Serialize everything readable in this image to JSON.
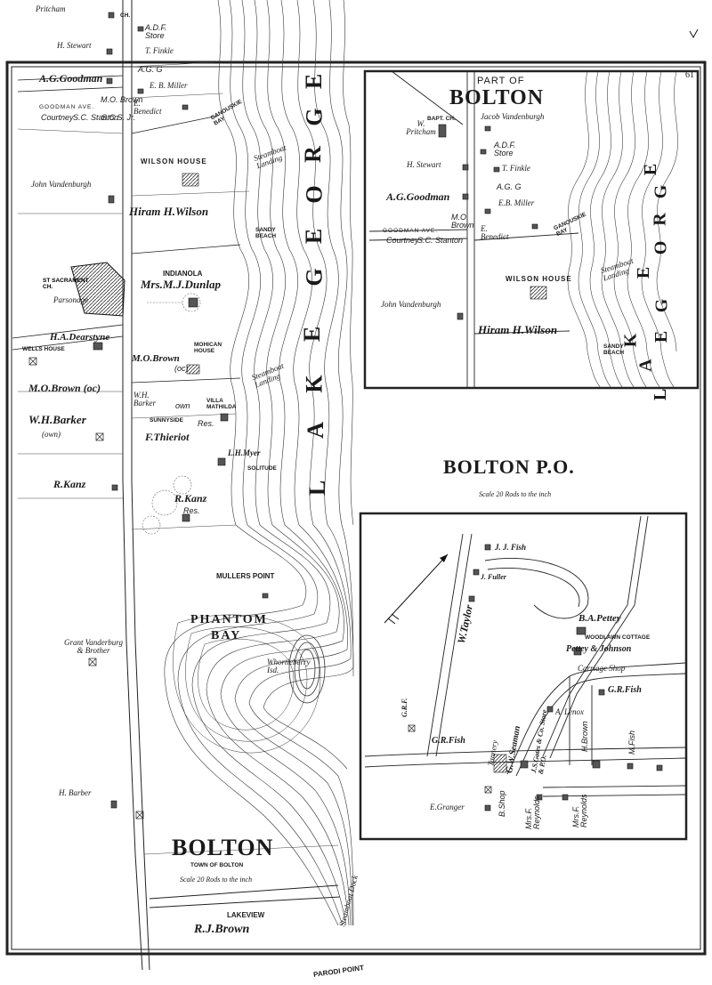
{
  "page": {
    "page_number": "61"
  },
  "main_map": {
    "title": "BOLTON",
    "subtitle": "TOWN OF BOLTON",
    "scale": "Scale 20 Rods to the inch",
    "lake_letters": [
      "L",
      "A",
      "K",
      "E",
      "G",
      "E",
      "O",
      "R",
      "G",
      "E"
    ],
    "labels": {
      "pritcham_top": "Pritcham",
      "ch_top": "CH.",
      "h_stewart": "H. Stewart",
      "adf_store": "A.D.F. Store",
      "t_finkle": "T. Finkle",
      "ag_g": "A.G. G",
      "ag_goodman": "A.G.Goodman",
      "e_b_miller": "E. B. Miller",
      "e_benedict": "E. Benedict",
      "goodman_ave": "GOODMAN AVE.",
      "courtney": "Courtney",
      "stanton": "S.C. Stanton",
      "sc_jr": "S.C.S. Jr.",
      "mo_brown_small": "M.O. Brown",
      "ganouskie_bay": "GANOUSKIE BAY",
      "steamboat_landing_1": "Steamboat Landing",
      "wilson_house": "WILSON HOUSE",
      "john_vandenburgh": "John Vandenburgh",
      "hiram_wilson": "Hiram H.Wilson",
      "sandy_beach": "SANDY BEACH",
      "indianola": "INDIANOLA",
      "mrs_dunlap": "Mrs.M.J.Dunlap",
      "st_sacrament": "ST SACRAMENT CH.",
      "parsonage": "Parsonage",
      "h_a_dearstyne": "H.A.Dearstyne",
      "wells_house": "WELLS HOUSE",
      "mohican_house": "MOHICAN HOUSE",
      "m_o_brown_oc_1": "M.O.Brown",
      "oc_1": "(oc)",
      "steamboat_landing_2": "Steamboat Landing",
      "m_o_brown_oc_2": "M.O.Brown (oc)",
      "w_h_barker": "W.H. Barker",
      "own_1": "own",
      "villa_mathilda": "VILLA MATHILDA",
      "w_h_barker_own": "W.H.Barker",
      "own_2": "(own)",
      "sunnyside": "SUNNYSIDE",
      "res_1": "Res.",
      "f_thieriot": "F.Thieriot",
      "l_h_myer": "L.H.Myer",
      "solitude": "SOLITUDE",
      "r_kanz_1": "R.Kanz",
      "r_kanz_2": "R.Kanz",
      "res_2": "Res.",
      "mullers_point": "MULLERS POINT",
      "phantom": "PHANTOM",
      "bay": "BAY",
      "whortleberry": "Whortleberry Isd.",
      "grant_vanderburg": "Grant Vanderburg & Brother",
      "h_barber": "H. Barber",
      "lakeview": "LAKEVIEW",
      "r_j_brown": "R.J.Brown",
      "steamboat_dock": "Steamboat Dock",
      "parodi_point": "PARODI POINT"
    }
  },
  "inset_north": {
    "title_small": "PART OF",
    "title": "BOLTON",
    "labels": {
      "jacob_vandenburgh": "Jacob Vandenburgh",
      "w_pritcham": "W. Pritcham",
      "bapt_ch": "BAPT. CH.",
      "adf_store": "A.D.F. Store",
      "h_stewart": "H. Stewart",
      "t_finkle": "T. Finkle",
      "ag_g": "A.G. G",
      "ag_goodman": "A.G.Goodman",
      "e_b_miller": "E.B. Miller",
      "goodman_ave": "GOODMAN AVE.",
      "courtney": "Courtney",
      "stanton": "S.C. Stanton",
      "mo_brown": "M.O. Brown",
      "e_benedict": "E. Benedict",
      "ganouskie_bay": "GANOUSKIE BAY",
      "steamboat_landing": "Steamboat Landing",
      "wilson_house": "WILSON HOUSE",
      "john_vandenburgh": "John Vandenburgh",
      "hiram_wilson": "Hiram H.Wilson",
      "sandy_beach": "SANDY BEACH"
    },
    "lake_letters": [
      "L",
      "A",
      "K",
      "E",
      "G",
      "E",
      "O",
      "R",
      "G",
      "E"
    ]
  },
  "bolton_po": {
    "title": "BOLTON P.O.",
    "scale": "Scale 20 Rods to the inch"
  },
  "inset_po": {
    "labels": {
      "j_j_fish": "J. J. Fish",
      "j_fuller": "J. Fuller",
      "w_taylor": "W.Taylor",
      "b_a_pettey": "B.A.Pettey",
      "woodlawn_cottage": "WOODLAWN COTTAGE",
      "pettey_johnson": "Pettey & Johnson",
      "carriage_shop": "Carriage Shop",
      "g_r_fish_1": "G.R.Fish",
      "grf": "G.R.F.",
      "a_lenox": "A. Lenox",
      "j_s_gates": "J.S.Gates & Co. Store & P.O.",
      "gw_seaman": "G.W.Seaman",
      "tannery": "Tannery",
      "g_r_fish_2": "G.R.Fish",
      "h_brown": "H.Brown",
      "m_fish": "M.Fish",
      "e_granger": "E.Granger",
      "b_shop": "B.Shop",
      "mrs_reynolds_1": "Mrs.F. Reynolds",
      "mrs_reynolds_2": "Mrs.F. Reynolds"
    }
  }
}
